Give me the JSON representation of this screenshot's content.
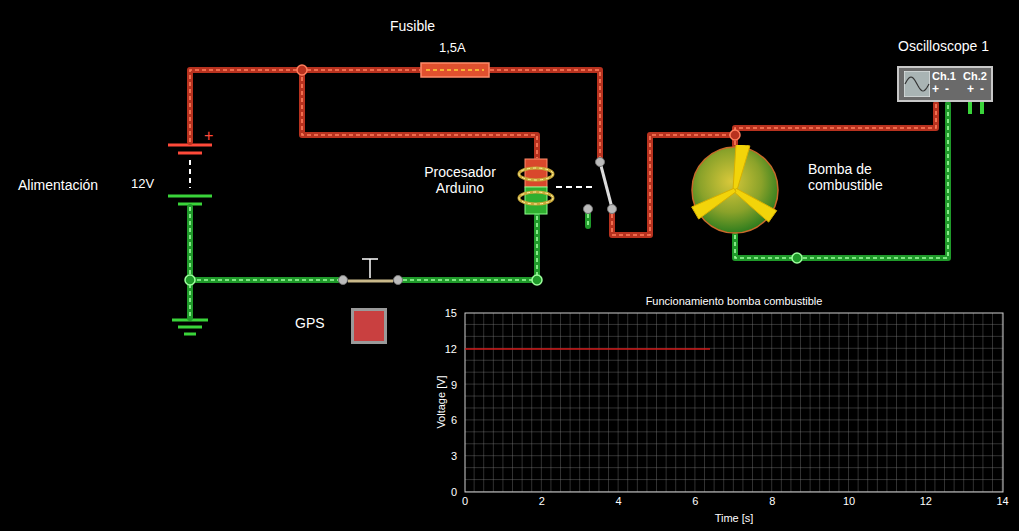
{
  "diagram": {
    "nodes": [
      {
        "text": [
          "Fusible",
          "1,5A"
        ]
      },
      {
        "text": [
          "Oscilloscope 1"
        ]
      },
      {
        "text": [
          "Procesador Arduino"
        ]
      },
      {
        "text": [
          "Bomba de combustible"
        ]
      },
      {
        "text": [
          "GPS"
        ]
      },
      {
        "text": [
          "Funcionamiento bomba combustible"
        ]
      }
    ],
    "edges": [
      {
        "from": 3,
        "to": 1,
        "arrow": "none"
      },
      {
        "from": 3,
        "to": 1,
        "arrow": "none"
      }
    ],
    "labels": [
      "+",
      "Alimentación",
      "12V",
      "Ch.1",
      "+",
      "-",
      "Ch.2",
      "+",
      "-",
      "15",
      "12",
      "9",
      "6",
      "3",
      "0",
      "0",
      "2",
      "4",
      "6",
      "8",
      "10",
      "12",
      "14",
      "Voltage [V]",
      "Time [s]"
    ]
  }
}
